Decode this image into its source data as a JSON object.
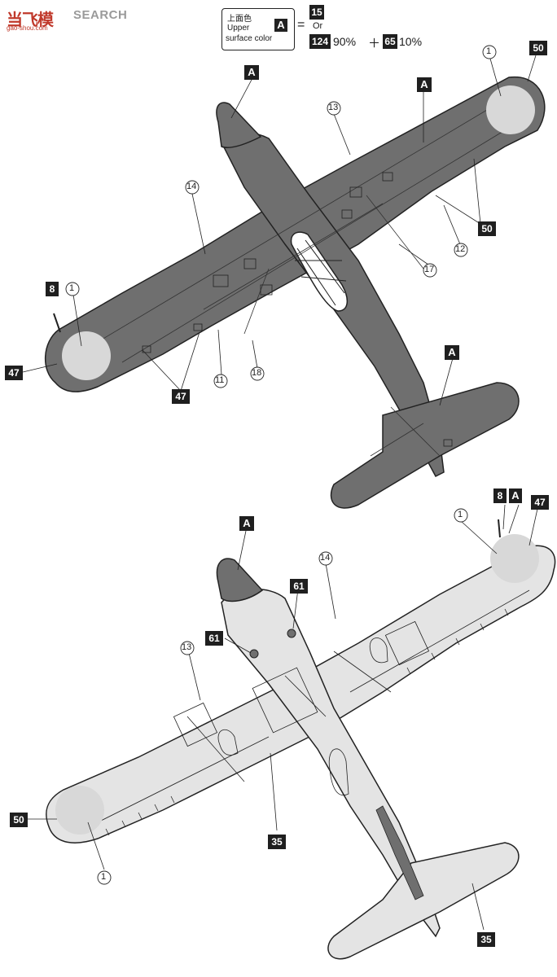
{
  "watermark": {
    "logo_text": "当飞模",
    "brand_suffix": "SEARCH",
    "url": "gao-shou.com",
    "logo_color": "#c0392b"
  },
  "legend": {
    "label_cn": "上面色",
    "label_en_line1": "Upper",
    "label_en_line2": "surface color",
    "symbol": "A",
    "equals": "=",
    "color_primary": "15",
    "or_text": "Or",
    "mix_a_code": "124",
    "mix_a_pct": "90%",
    "plus": "＋",
    "mix_b_code": "65",
    "mix_b_pct": "10%"
  },
  "upper_view": {
    "callouts": {
      "c1a": "1",
      "c1b": "1",
      "c11": "11",
      "c12": "12",
      "c13": "13",
      "c14": "14",
      "c17": "17",
      "c18": "18"
    },
    "badges": {
      "a_nose": "A",
      "a_wing": "A",
      "a_tail": "A",
      "b50_top": "50",
      "b50_mid": "50",
      "b8": "8",
      "b47_left": "47",
      "b47_bottom": "47"
    }
  },
  "lower_view": {
    "callouts": {
      "c1_right": "1",
      "c1_left": "1",
      "c13": "13",
      "c14": "14"
    },
    "badges": {
      "a_nose": "A",
      "b8": "8",
      "a_tip": "A",
      "b47": "47",
      "b61_top": "61",
      "b61_left": "61",
      "b50": "50",
      "b35_center": "35",
      "b35_tail": "35"
    }
  },
  "colors": {
    "upper_fill": "#6f6f6f",
    "lower_fill": "#e4e4e4",
    "badge_fill": "#1f1f1f",
    "hinomaru": "#d8d8d8",
    "ink": "#222222"
  }
}
